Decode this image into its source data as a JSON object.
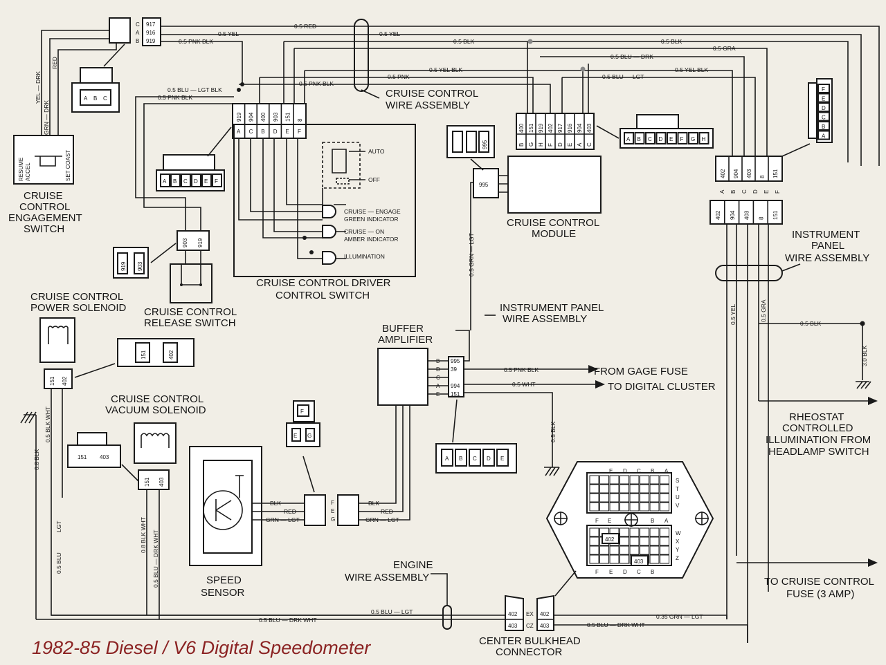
{
  "title": "1982-85 Diesel / V6 Digital Speedometer",
  "components": {
    "engagement_switch": [
      "CRUISE",
      "CONTROL",
      "ENGAGEMENT",
      "SWITCH"
    ],
    "engagement_positions": {
      "resume": "RESUME",
      "accel": "ACCEL",
      "set": "SET COAST"
    },
    "power_solenoid": [
      "CRUISE CONTROL",
      "POWER SOLENOID"
    ],
    "vacuum_solenoid": [
      "CRUISE CONTROL",
      "VACUUM SOLENOID"
    ],
    "release_switch": [
      "CRUISE CONTROL",
      "RELEASE SWITCH"
    ],
    "driver_switch": [
      "CRUISE CONTROL DRIVER",
      "CONTROL SWITCH"
    ],
    "cc_wire_assembly": [
      "CRUISE CONTROL",
      "WIRE ASSEMBLY"
    ],
    "cc_module": [
      "CRUISE CONTROL",
      "MODULE"
    ],
    "ip_wire_assembly_right": [
      "INSTRUMENT",
      "PANEL",
      "WIRE ASSEMBLY"
    ],
    "ip_wire_assembly_center": [
      "INSTRUMENT PANEL",
      "WIRE ASSEMBLY"
    ],
    "buffer_amplifier": [
      "BUFFER",
      "AMPLIFIER"
    ],
    "speed_sensor": [
      "SPEED",
      "SENSOR"
    ],
    "engine_wire_assembly": [
      "ENGINE",
      "WIRE ASSEMBLY"
    ],
    "bulkhead": [
      "CENTER BULKHEAD",
      "CONNECTOR"
    ],
    "gage_fuse": "FROM GAGE FUSE",
    "digital_cluster": "TO DIGITAL CLUSTER",
    "rheostat": [
      "RHEOSTAT",
      "CONTROLLED",
      "ILLUMINATION FROM",
      "HEADLAMP SWITCH"
    ],
    "cc_fuse": [
      "TO CRUISE CONTROL",
      "FUSE (3 AMP)"
    ]
  },
  "switch_positions": [
    "AUTO",
    "OFF"
  ],
  "indicators": [
    [
      "CRUISE — ENGAGE",
      "GREEN INDICATOR"
    ],
    [
      "CRUISE — ON",
      "AMBER INDICATOR"
    ],
    [
      "ILLUMINATION"
    ]
  ],
  "wire_labels": {
    "red_top": "0.5 RED",
    "yel_top": "0.5 YEL",
    "yel_mid": "0.5 YEL",
    "blk_top": "0.5 BLK",
    "blk_right": "0.5 BLK",
    "pnk_blk_top": "0.5 PNK BLK",
    "gra_top": "0.5 GRA",
    "blu_drk_top": "0.5 BLU — DRK",
    "yel_blk_a": "0.5 YEL BLK",
    "yel_blk_b": "0.5 YEL BLK",
    "pnk": "0.5 PNK",
    "pnk_blk_mid": "0.5 PNK BLK",
    "blu_lgt_mid": "0.5 BLU — LGT BLK",
    "pnk_blk_left": "0.5 PNK BLK",
    "blu_lgt_right": "0.5 BLU — LGT",
    "red_v": "RED",
    "yel_drk_v": "YEL — DRK",
    "grn_drk_v": "GRN — DRK",
    "blk_08": "0.8 BLK",
    "blk_wht_05": "0.5 BLK WHT",
    "lgt": "LGT",
    "blu_05": "0.5 BLU",
    "blk_wht_08": "0.8 BLK WHT",
    "drk_wht_05": "0.5 BLU — DRK WHT",
    "grn_lgt_v": "0.5 GRN — LGT",
    "pnk_blk_fuse": "0.5 PNK BLK",
    "wht": "0.5 WHT",
    "blk_amp": "0.5 BLK",
    "yel_v": "0.5 YEL",
    "gra_v": "0.5 GRA",
    "blk_ground": "0.5 BLK",
    "blk_30": "3.0 BLK",
    "blu_lgt_bottom": "0.5 BLU — LGT",
    "blu_drk_bottom": "0.5 BLU — DRK WHT",
    "grn_lgt_bottom": "0.35 GRN — LGT",
    "blu_drk_wht_bottom2": "0.5 BLU — DRK WHT",
    "blk_sensor": "BLK",
    "red_sensor": "RED",
    "grn_lgt_sensor": "GRN — LGT",
    "blk_amp_in": "BLK",
    "red_amp_in": "RED",
    "grn_lgt_amp_in": "GRN — LGT"
  },
  "connectors": {
    "top_c": {
      "letters": [
        "C",
        "A",
        "B"
      ],
      "circuits": [
        "917",
        "916",
        "919"
      ]
    },
    "eng_plug": [
      "A",
      "B",
      "C"
    ],
    "driver_switch": {
      "circuits": [
        "919",
        "904",
        "400",
        "903",
        "151",
        "8"
      ],
      "letters": [
        "A",
        "C",
        "B",
        "D",
        "E",
        "F"
      ]
    },
    "driver_plug": [
      "A",
      "B",
      "C",
      "D",
      "E",
      "F"
    ],
    "module": {
      "circuits": [
        "400",
        "151",
        "919",
        "402",
        "917",
        "916",
        "904",
        "403"
      ],
      "letters": [
        "B",
        "G",
        "H",
        "F",
        "D",
        "E",
        "A",
        "C"
      ]
    },
    "module_plug": [
      "A",
      "B",
      "C",
      "D",
      "E",
      "F",
      "G",
      "H"
    ],
    "module_995": "995",
    "ip_upper": {
      "circuits": [
        "402",
        "904",
        "403",
        "8",
        "151"
      ],
      "letters": [
        "A",
        "B",
        "C",
        "D",
        "E",
        "F"
      ]
    },
    "ip_lower": [
      "402",
      "904",
      "403",
      "8",
      "151"
    ],
    "right_plug": [
      "F",
      "E",
      "D",
      "C",
      "B",
      "A"
    ],
    "release": [
      "903",
      "919"
    ],
    "release_plug": [
      "919",
      "903"
    ],
    "power_sol": [
      "151",
      "402"
    ],
    "power_plug": [
      "151",
      "402"
    ],
    "vac_sol": [
      "151",
      "403"
    ],
    "vac_plug": [
      "151",
      "403"
    ],
    "buffer": {
      "circuits": [
        "995",
        "39",
        "",
        "994",
        "151"
      ],
      "letters": [
        "B",
        "D",
        "C",
        "A",
        "E"
      ]
    },
    "buffer_plug": [
      "A",
      "B",
      "C",
      "D",
      "E"
    ],
    "sensor_plug": [
      "F",
      "E",
      "G"
    ],
    "sensor_conn_letters": [
      "F",
      "E",
      "G"
    ],
    "bulkhead": {
      "left": [
        "402",
        "403"
      ],
      "mid": [
        "EX",
        "CZ"
      ],
      "right": [
        "402",
        "403"
      ]
    },
    "bulkhead_top_letters": [
      "E",
      "D",
      "C",
      "B",
      "A"
    ],
    "bulkhead_side_letters_top": [
      "S",
      "T",
      "U",
      "V"
    ],
    "bulkhead_mid_letters": [
      "F",
      "E",
      "B",
      "A"
    ],
    "bulkhead_side_letters_bottom": [
      "W",
      "X",
      "Y",
      "Z"
    ],
    "bulkhead_bottom_letters": [
      "F",
      "E",
      "D",
      "C",
      "B"
    ],
    "bulkhead_cells": [
      "402",
      "403"
    ]
  }
}
